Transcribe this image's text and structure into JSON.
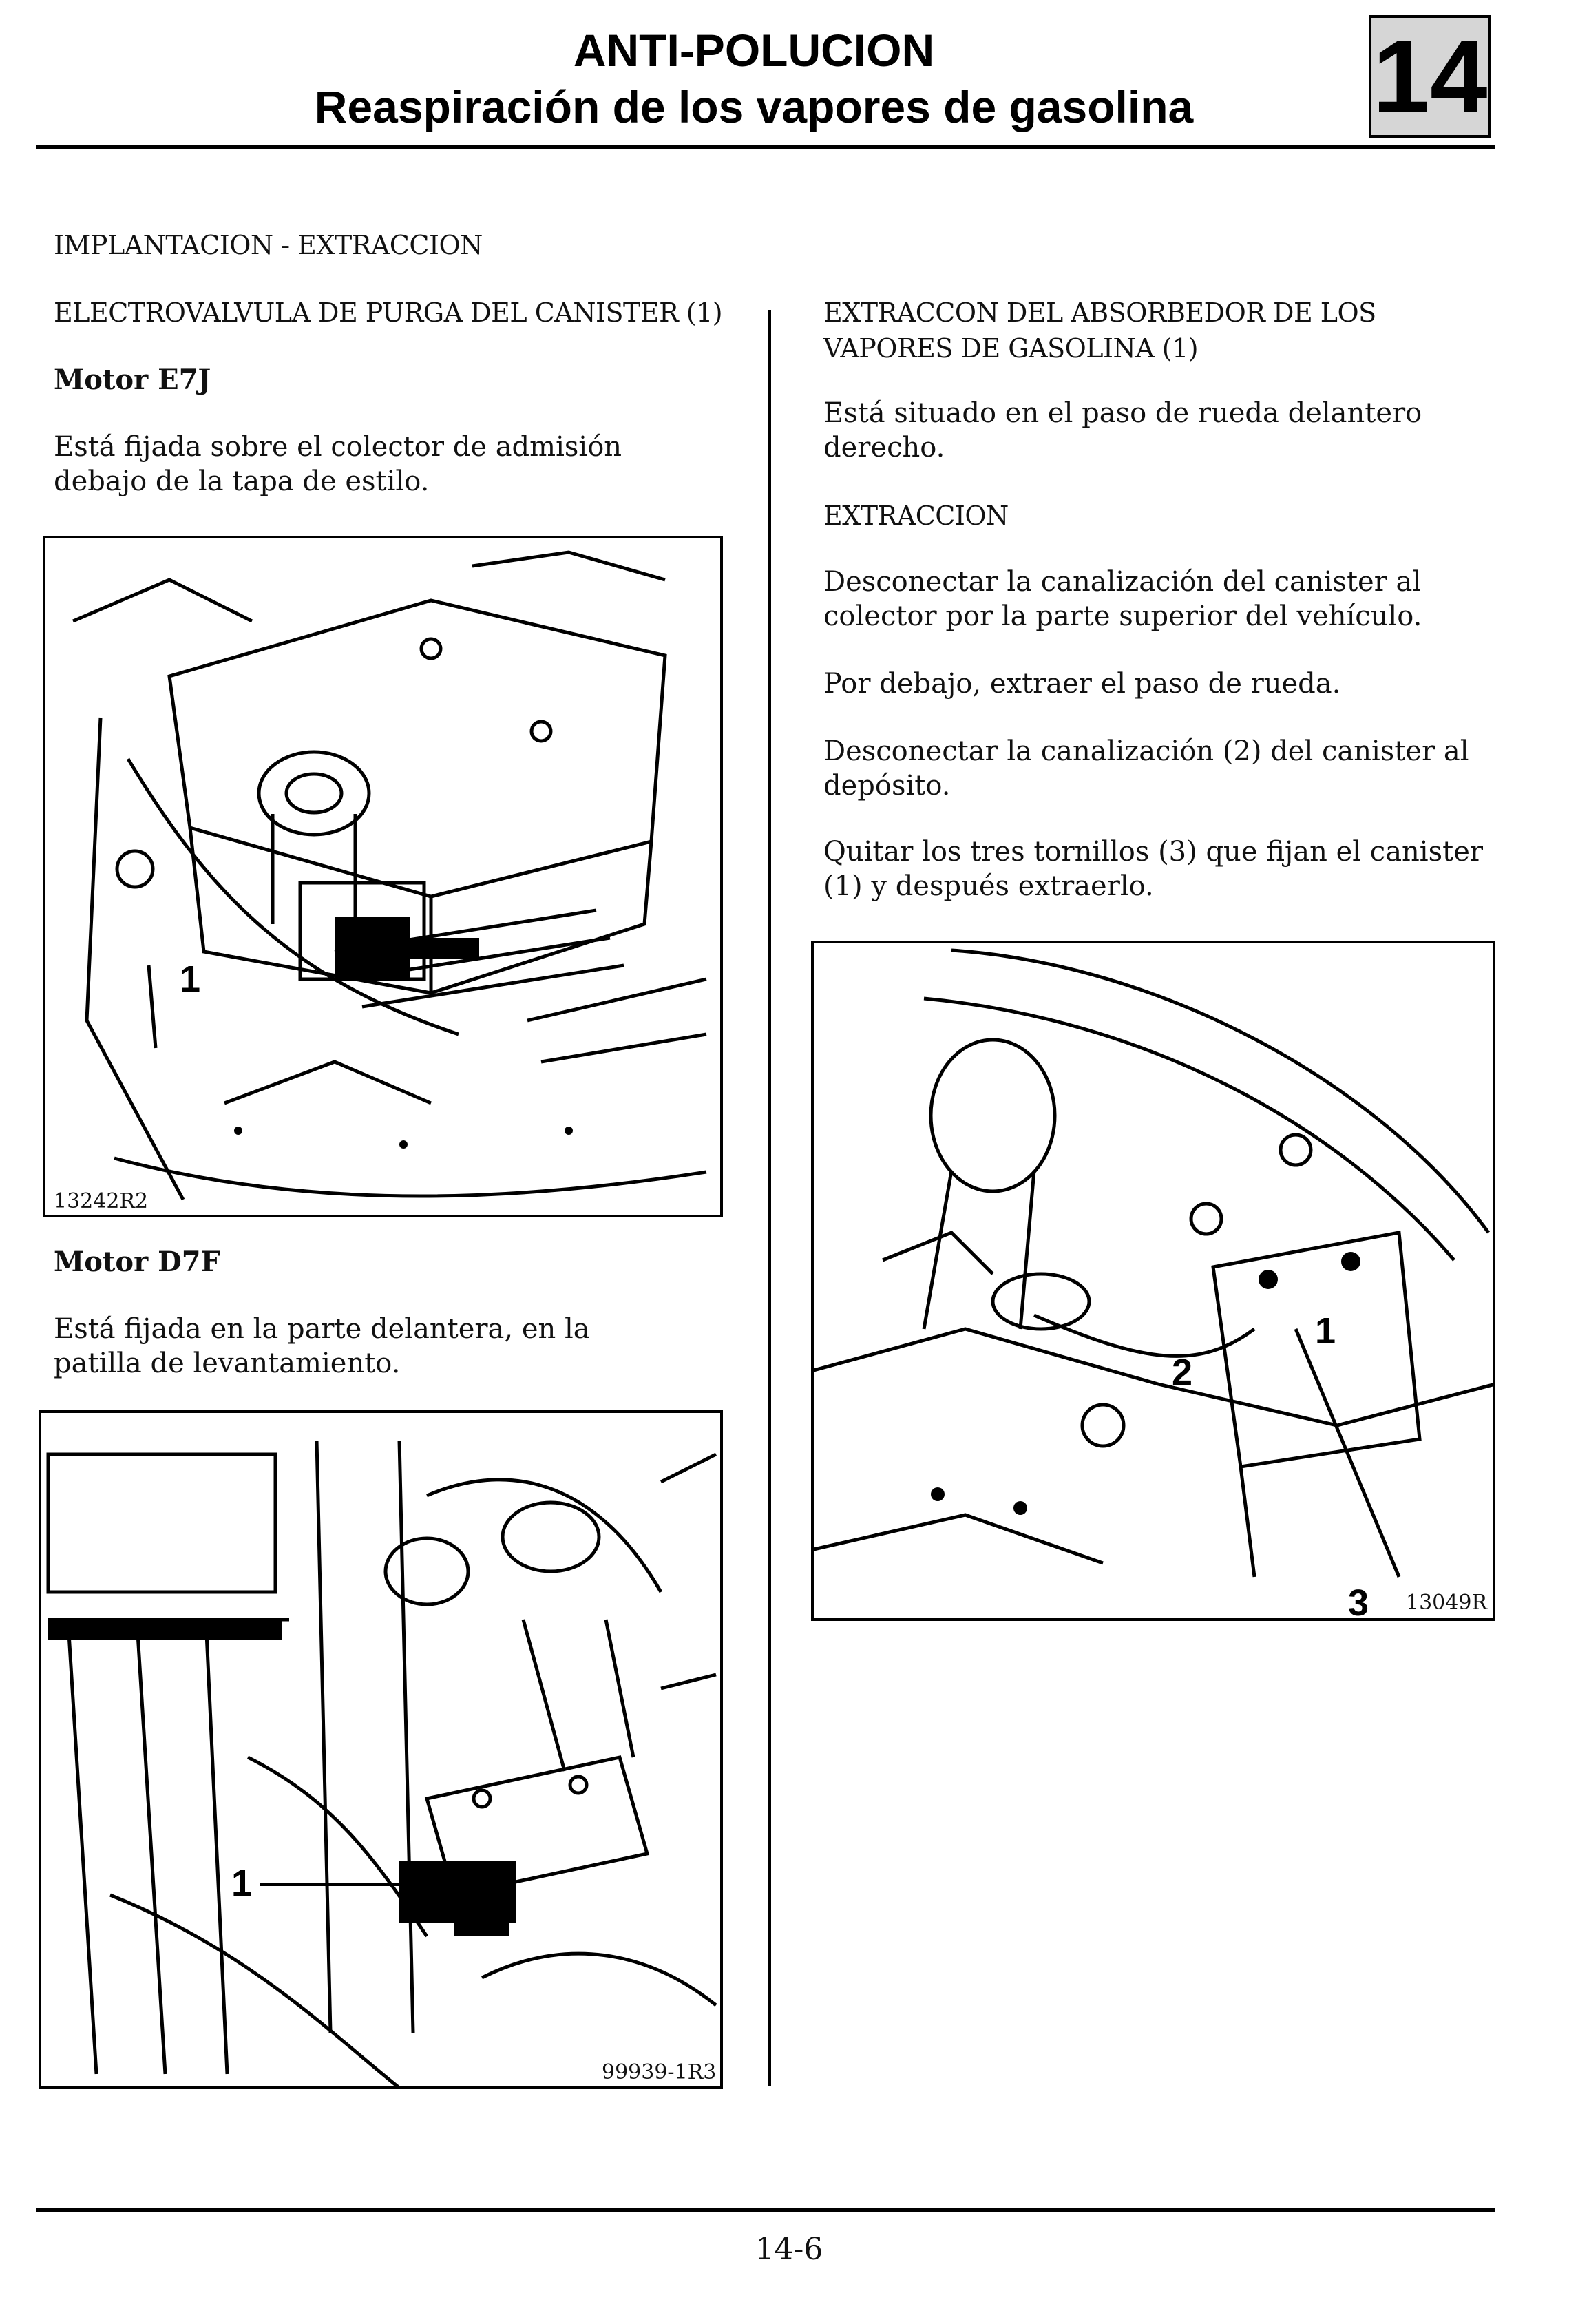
{
  "header": {
    "title": "ANTI-POLUCION",
    "subtitle": "Reaspiración de los vapores de gasolina",
    "chapter": "14"
  },
  "left": {
    "section": "IMPLANTACION - EXTRACCION",
    "subsection": "ELECTROVALVULA DE PURGA DEL CANISTER (1)",
    "motor1": {
      "heading": "Motor E7J",
      "text": "Está fijada sobre el colector de admisión debajo de la tapa de estilo.",
      "figure_ref": "13242R2",
      "callout": "1"
    },
    "motor2": {
      "heading": "Motor D7F",
      "text": "Está fijada en la parte delantera, en la patilla de levantamiento.",
      "figure_ref": "99939-1R3",
      "callout": "1"
    }
  },
  "right": {
    "heading": "EXTRACCON DEL ABSORBEDOR DE LOS VAPORES DE GASOLINA (1)",
    "intro": "Está situado en el paso de rueda delantero derecho.",
    "subheading": "EXTRACCION",
    "steps": [
      "Desconectar la canalización del canister al colector por la parte superior del vehículo.",
      "Por debajo, extraer el paso de rueda.",
      "Desconectar la canalización (2) del canister al depósito.",
      "Quitar los tres tornillos (3) que fijan el canister (1) y después extraerlo."
    ],
    "figure_ref": "13049R",
    "callouts": [
      "1",
      "2",
      "3"
    ]
  },
  "footer": {
    "page": "14-6"
  }
}
